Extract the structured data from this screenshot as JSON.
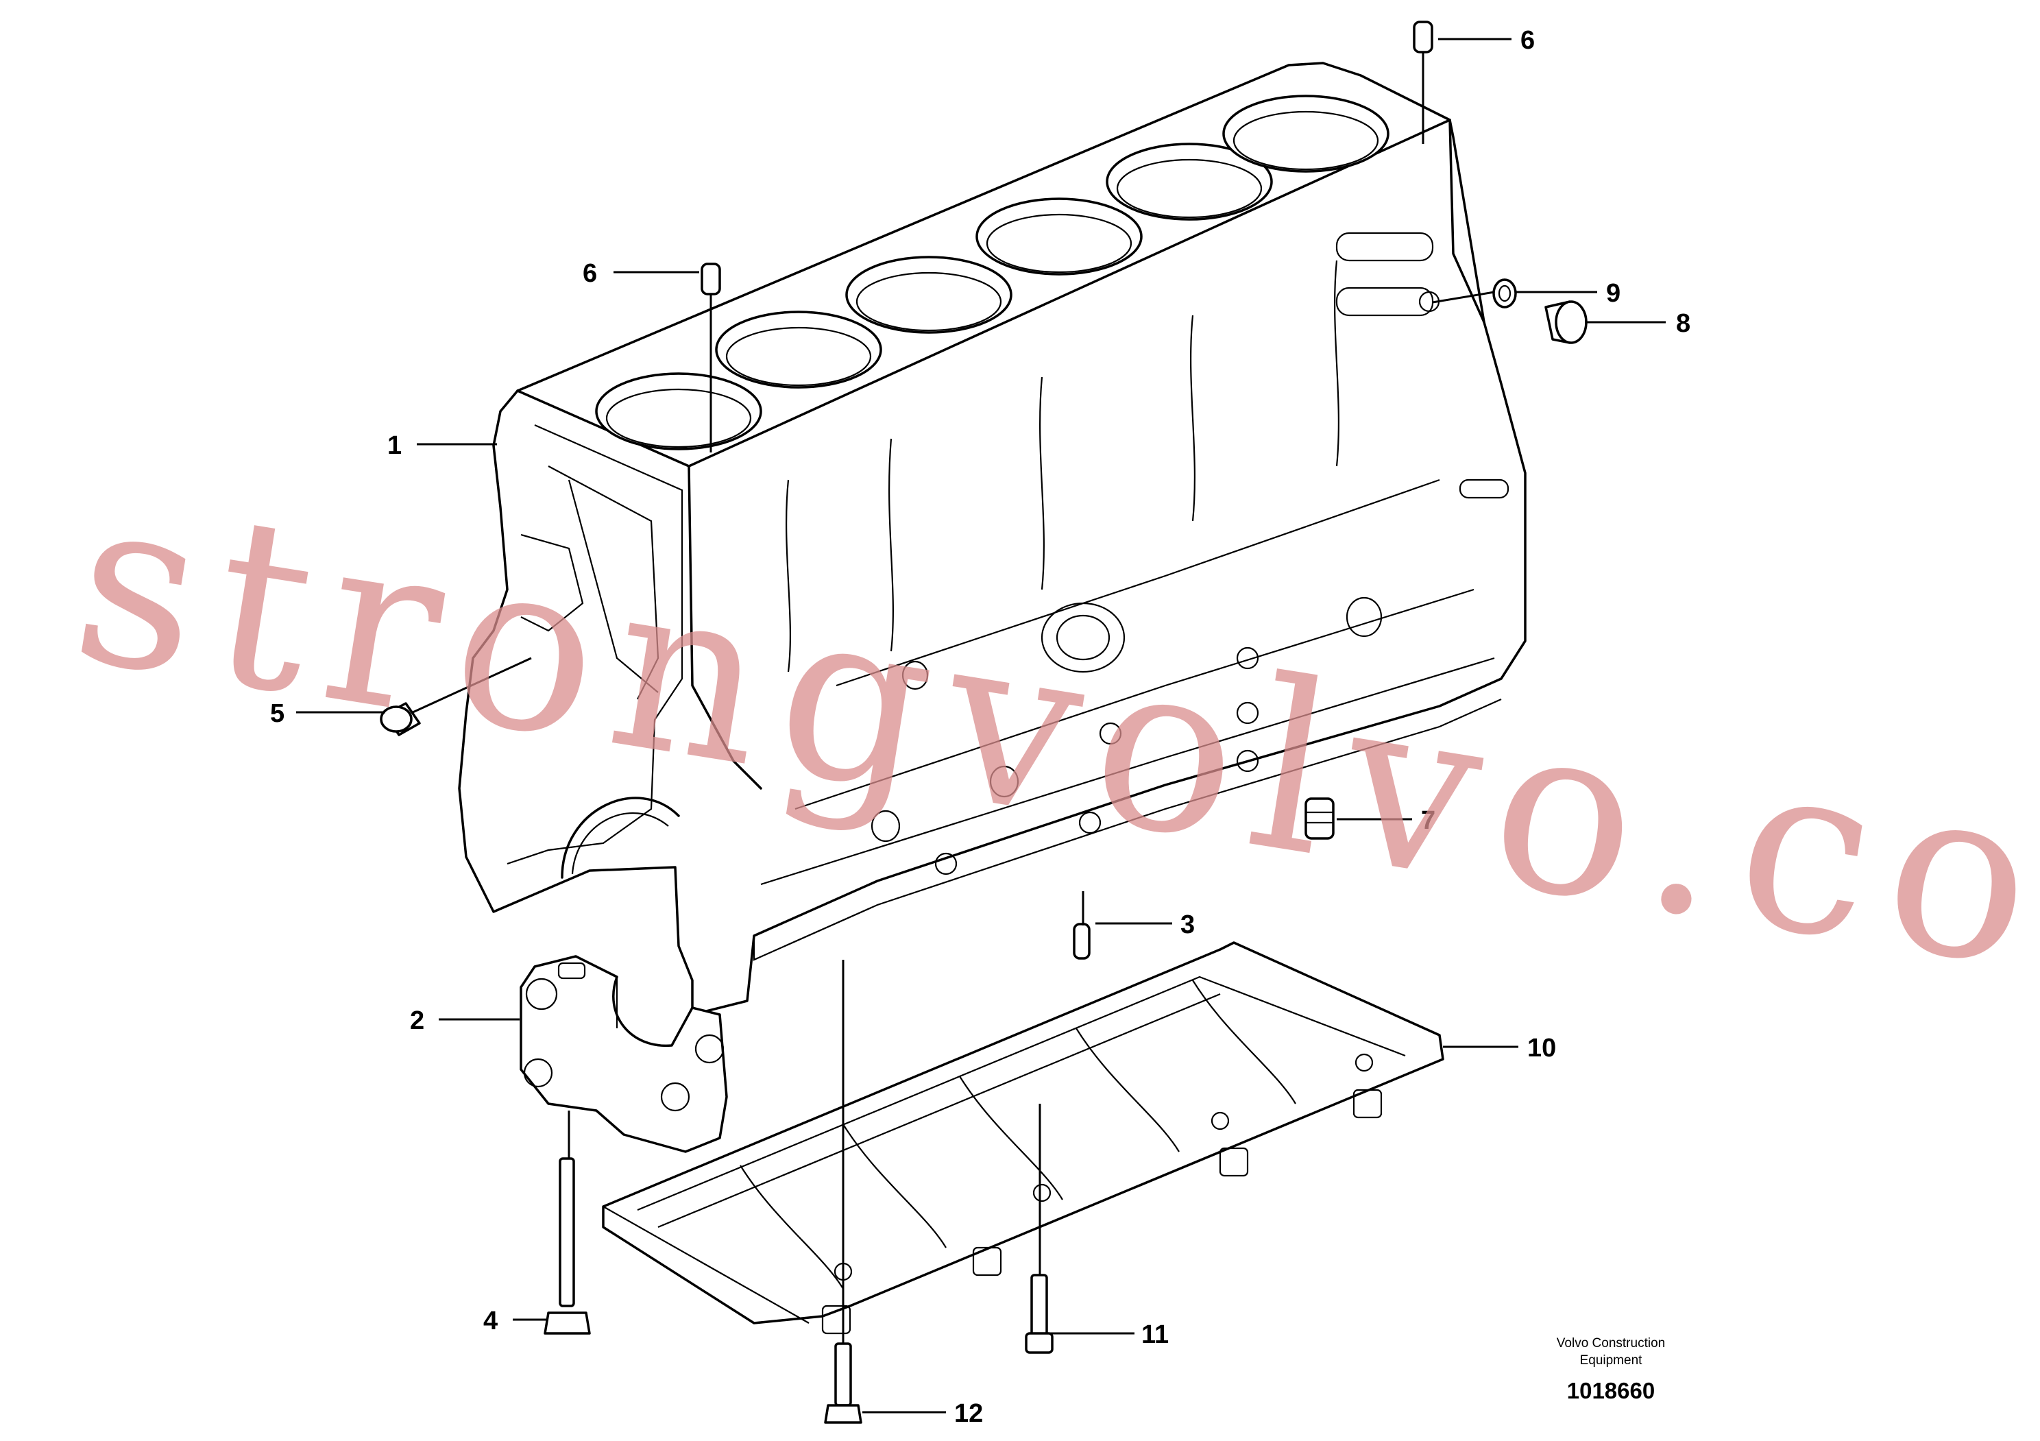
{
  "callouts": [
    {
      "id": "1",
      "label": "1"
    },
    {
      "id": "2",
      "label": "2"
    },
    {
      "id": "3",
      "label": "3"
    },
    {
      "id": "4",
      "label": "4"
    },
    {
      "id": "5",
      "label": "5"
    },
    {
      "id": "6a",
      "label": "6"
    },
    {
      "id": "6b",
      "label": "6"
    },
    {
      "id": "7",
      "label": "7"
    },
    {
      "id": "8",
      "label": "8"
    },
    {
      "id": "9",
      "label": "9"
    },
    {
      "id": "10",
      "label": "10"
    },
    {
      "id": "11",
      "label": "11"
    },
    {
      "id": "12",
      "label": "12"
    }
  ],
  "caption": {
    "line1": "Volvo Construction",
    "line2": "Equipment",
    "drawing_number": "1018660"
  },
  "watermark": {
    "text": "strongvolvo.com",
    "color": "#d98e8e"
  }
}
